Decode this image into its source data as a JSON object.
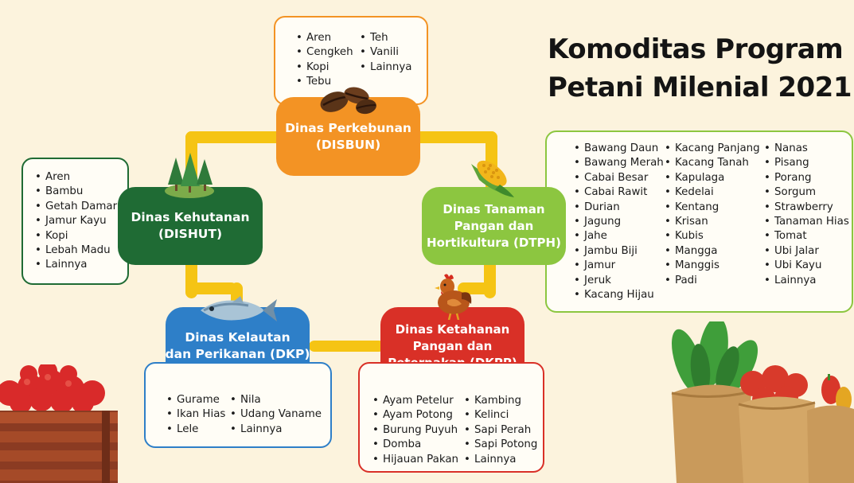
{
  "title": {
    "line1": "Komoditas Program",
    "line2": "Petani Milenial 2021"
  },
  "colors": {
    "background": "#fcf3dd",
    "connector": "#f5c414",
    "disbun": "#f39324",
    "dtph": "#8cc640",
    "dkpp": "#d93027",
    "dkp": "#2e7fc8",
    "dishut": "#1f6b34"
  },
  "disbun": {
    "name_line1": "Dinas Perkebunan",
    "name_line2": "(DISBUN)",
    "col1": [
      "Aren",
      "Cengkeh",
      "Kopi",
      "Tebu"
    ],
    "col2": [
      "Teh",
      "Vanili",
      "Lainnya"
    ]
  },
  "dishut": {
    "name_line1": "Dinas Kehutanan",
    "name_line2": "(DISHUT)",
    "col1": [
      "Aren",
      "Bambu",
      "Getah Damar",
      "Jamur Kayu",
      "Kopi",
      "Lebah Madu",
      "Lainnya"
    ]
  },
  "dtph": {
    "name_line1": "Dinas Tanaman",
    "name_line2": "Pangan dan",
    "name_line3": "Hortikultura (DTPH)",
    "col1": [
      "Bawang Daun",
      "Bawang Merah",
      "Cabai Besar",
      "Cabai Rawit",
      "Durian",
      "Jagung",
      "Jahe",
      "Jambu Biji",
      "Jamur",
      "Jeruk",
      "Kacang Hijau"
    ],
    "col2": [
      "Kacang Panjang",
      "Kacang Tanah",
      "Kapulaga",
      "Kedelai",
      "Kentang",
      "Krisan",
      "Kubis",
      "Mangga",
      "Manggis",
      "Padi"
    ],
    "col3": [
      "Nanas",
      "Pisang",
      "Porang",
      "Sorgum",
      "Strawberry",
      "Tanaman Hias",
      "Tomat",
      "Ubi Jalar",
      "Ubi Kayu",
      "Lainnya"
    ]
  },
  "dkp": {
    "name_line1": "Dinas Kelautan",
    "name_line2": "dan Perikanan (DKP)",
    "col1": [
      "Gurame",
      "Ikan Hias",
      "Lele"
    ],
    "col2": [
      "Nila",
      "Udang Vaname",
      "Lainnya"
    ]
  },
  "dkpp": {
    "name_line1": "Dinas Ketahanan",
    "name_line2": "Pangan dan",
    "name_line3": "Peternakan (DKPP)",
    "col1": [
      "Ayam Petelur",
      "Ayam Potong",
      "Burung Puyuh",
      "Domba",
      "Hijauan Pakan"
    ],
    "col2": [
      "Kambing",
      "Kelinci",
      "Sapi Perah",
      "Sapi Potong",
      "Lainnya"
    ]
  },
  "icons": [
    "coffee-beans-icon",
    "forest-icon",
    "corn-icon",
    "fish-icon",
    "chicken-icon",
    "apple-crate-icon",
    "vegetable-sacks-icon"
  ]
}
